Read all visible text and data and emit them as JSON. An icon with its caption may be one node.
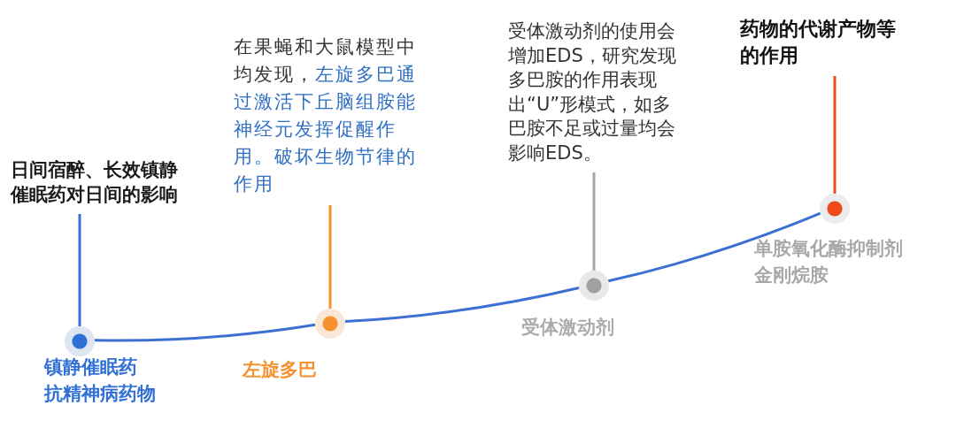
{
  "diagram": {
    "nodes": [
      {
        "text": [
          "日间宿醉、长效镇静催眠药对日间的影响"
        ]
      },
      {
        "text": [],
        "shape": "circle",
        "beside": [
          "镇静催眠药",
          "抗精神病药物"
        ]
      },
      {
        "text": [
          "在果蝇和大鼠模型中均发现，",
          "左旋多巴通过激活下丘脑组胺能神经元发挥促醒作用。破坏生物节律的作用"
        ]
      },
      {
        "text": [],
        "shape": "circle",
        "beside": [
          "左旋多巴"
        ]
      },
      {
        "text": [
          "受体激动剂的使用会增加EDS，研究发现多巴胺的作用表现出“U”形模式，如多巴胺不足或过量均会影响EDS。"
        ]
      },
      {
        "text": [],
        "shape": "circle",
        "beside": [
          "受体激动剂"
        ]
      },
      {
        "text": [
          "药物的代谢产物等的作用"
        ]
      },
      {
        "text": [],
        "shape": "circle",
        "beside": [
          "单胺氧化酶抑制剂",
          "金刚烷胺"
        ]
      }
    ],
    "edges": [
      {
        "from": 0,
        "to": 1,
        "arrow": "none"
      },
      {
        "from": 2,
        "to": 3,
        "arrow": "none",
        "color": "#f5922f"
      },
      {
        "from": 4,
        "to": 5,
        "arrow": "none",
        "color": "#a6a6a6"
      },
      {
        "from": 6,
        "to": 7,
        "arrow": "none",
        "color": "#ef4a1c"
      },
      {
        "from": 1,
        "to": 3,
        "arrow": "none"
      },
      {
        "from": 3,
        "to": 5,
        "arrow": "none"
      },
      {
        "from": 5,
        "to": 7,
        "arrow": "none"
      }
    ]
  }
}
